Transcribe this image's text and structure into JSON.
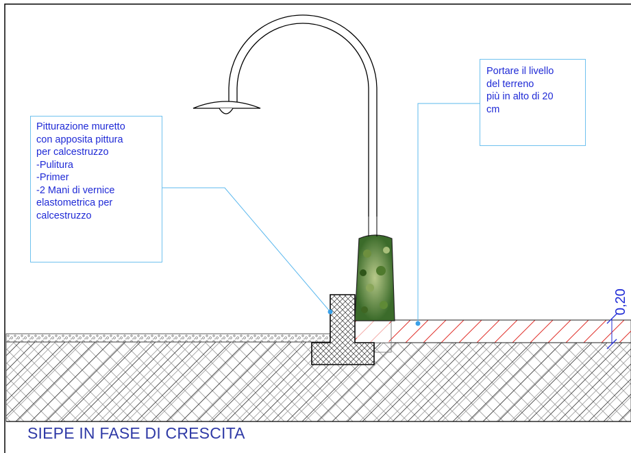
{
  "notes": {
    "left": "Pitturazione muretto\ncon apposita pittura\nper calcestruzzo\n-Pulitura\n-Primer\n-2 Mani di vernice\nelastometrica per\ncalcestruzzo",
    "right": "Portare il livello\ndel terreno\npiù in alto di 20\ncm"
  },
  "dimension": {
    "label": "0,20"
  },
  "title": "SIEPE IN FASE DI CRESCITA",
  "colors": {
    "frame": "#000000",
    "note_text": "#1f2ad6",
    "leader": "#5bb8ee",
    "hatch_new_soil": "#e0302a",
    "hatch_ground": "#555555",
    "dimension": "#1f2ad6",
    "hedge": "#3b6b2a"
  }
}
